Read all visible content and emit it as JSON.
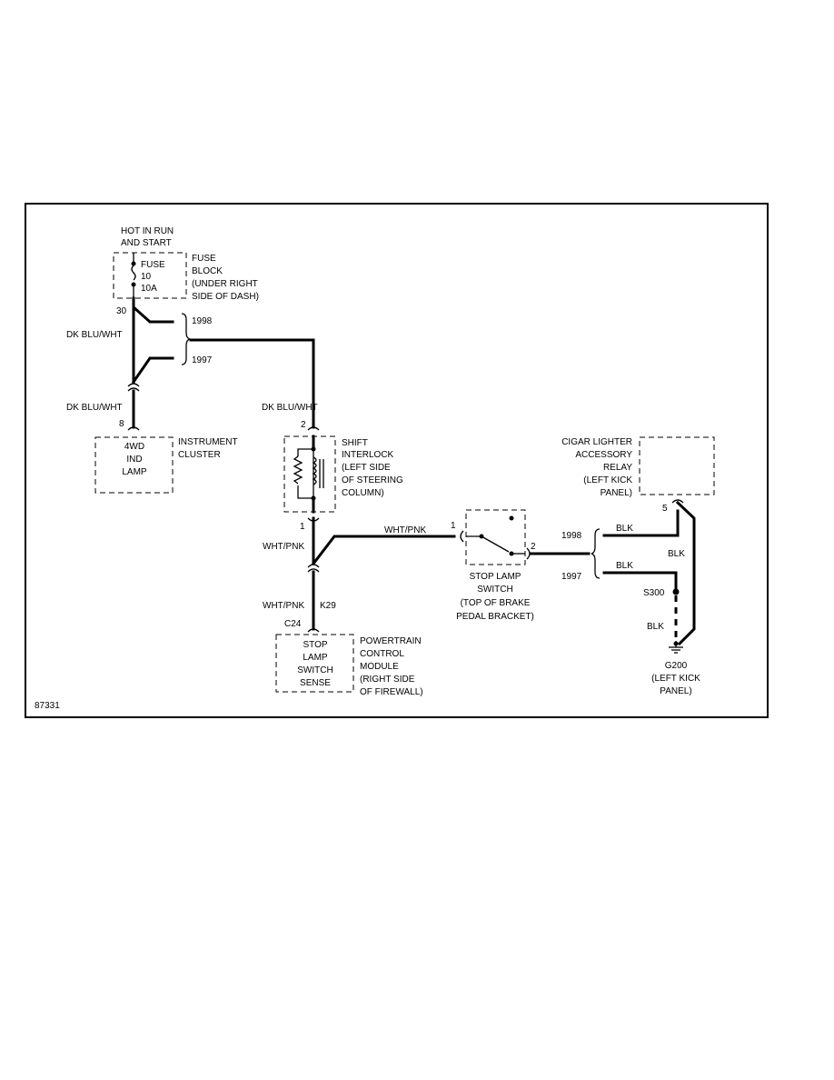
{
  "figure_id": "87331",
  "power": {
    "line1": "HOT IN RUN",
    "line2": "AND START"
  },
  "fuse": {
    "label": "FUSE",
    "number": "10",
    "rating": "10A"
  },
  "fuse_block": {
    "line1": "FUSE",
    "line2": "BLOCK",
    "line3": "(UNDER RIGHT",
    "line4": "SIDE OF DASH)"
  },
  "pins": {
    "fuse_out": "30",
    "cluster": "8",
    "shift_in": "2",
    "shift_out": "1",
    "switch_in": "1",
    "switch_out": "2",
    "relay": "5",
    "pcm": "C24",
    "pcm_pin": "K29"
  },
  "years": {
    "y1998": "1998",
    "y1997": "1997"
  },
  "wires": {
    "dk_blu_wht": "DK BLU/WHT",
    "wht_pnk": "WHT/PNK",
    "blk": "BLK"
  },
  "cluster": {
    "line1": "4WD",
    "line2": "IND",
    "line3": "LAMP",
    "name1": "INSTRUMENT",
    "name2": "CLUSTER"
  },
  "shift_interlock": {
    "line1": "SHIFT",
    "line2": "INTERLOCK",
    "line3": "(LEFT SIDE",
    "line4": "OF STEERING",
    "line5": "COLUMN)"
  },
  "stop_switch": {
    "line1": "STOP LAMP",
    "line2": "SWITCH",
    "line3": "(TOP OF BRAKE",
    "line4": "PEDAL BRACKET)"
  },
  "relay": {
    "line1": "CIGAR LIGHTER",
    "line2": "ACCESSORY",
    "line3": "RELAY",
    "line4": "(LEFT KICK",
    "line5": "PANEL)"
  },
  "pcm": {
    "line1": "STOP",
    "line2": "LAMP",
    "line3": "SWITCH",
    "line4": "SENSE",
    "name1": "POWERTRAIN",
    "name2": "CONTROL",
    "name3": "MODULE",
    "name4": "(RIGHT SIDE",
    "name5": "OF FIREWALL)"
  },
  "splice": {
    "label": "S300"
  },
  "ground": {
    "line1": "G200",
    "line2": "(LEFT KICK",
    "line3": "PANEL)"
  }
}
